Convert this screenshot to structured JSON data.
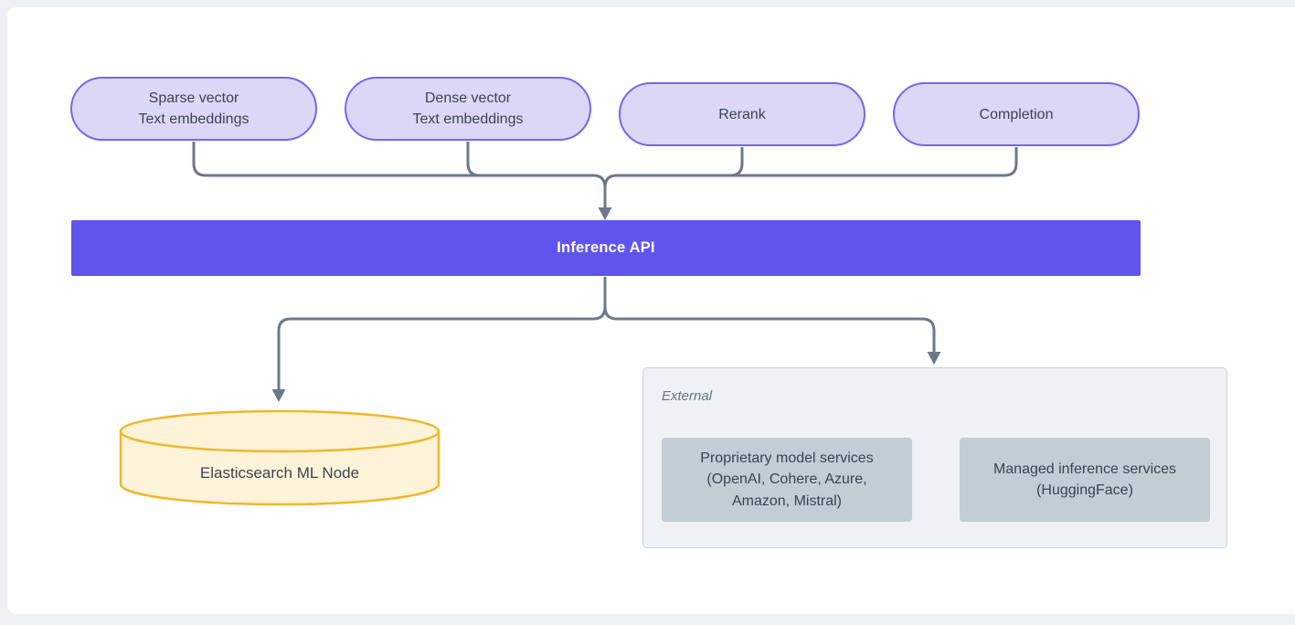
{
  "diagram": {
    "capabilities": [
      {
        "line1": "Sparse vector",
        "line2": "Text embeddings"
      },
      {
        "line1": "Dense vector",
        "line2": "Text embeddings"
      },
      {
        "line1": "Rerank",
        "line2": ""
      },
      {
        "line1": "Completion",
        "line2": ""
      }
    ],
    "inference_api": {
      "label": "Inference API"
    },
    "elasticsearch_node": {
      "label": "Elasticsearch ML Node"
    },
    "external": {
      "label": "External",
      "services": [
        {
          "lines": [
            "Proprietary model services",
            "(OpenAI, Cohere, Azure,",
            "Amazon, Mistral)"
          ]
        },
        {
          "lines": [
            "Managed inference services",
            "(HuggingFace)"
          ]
        }
      ]
    },
    "colors": {
      "pill_fill": "#dcd7f7",
      "pill_border": "#7466ef",
      "bar_fill": "#5f55ec",
      "connector": "#6b7a8a",
      "cylinder_fill": "#fdf3d8",
      "cylinder_border": "#f2b62b",
      "external_fill": "#eef1f5",
      "external_border": "#cdd4da",
      "service_fill": "#c3cdd6",
      "text_dark": "#3d4352",
      "text_muted": "#6a7584",
      "canvas_bg": "#eef0f4"
    }
  }
}
